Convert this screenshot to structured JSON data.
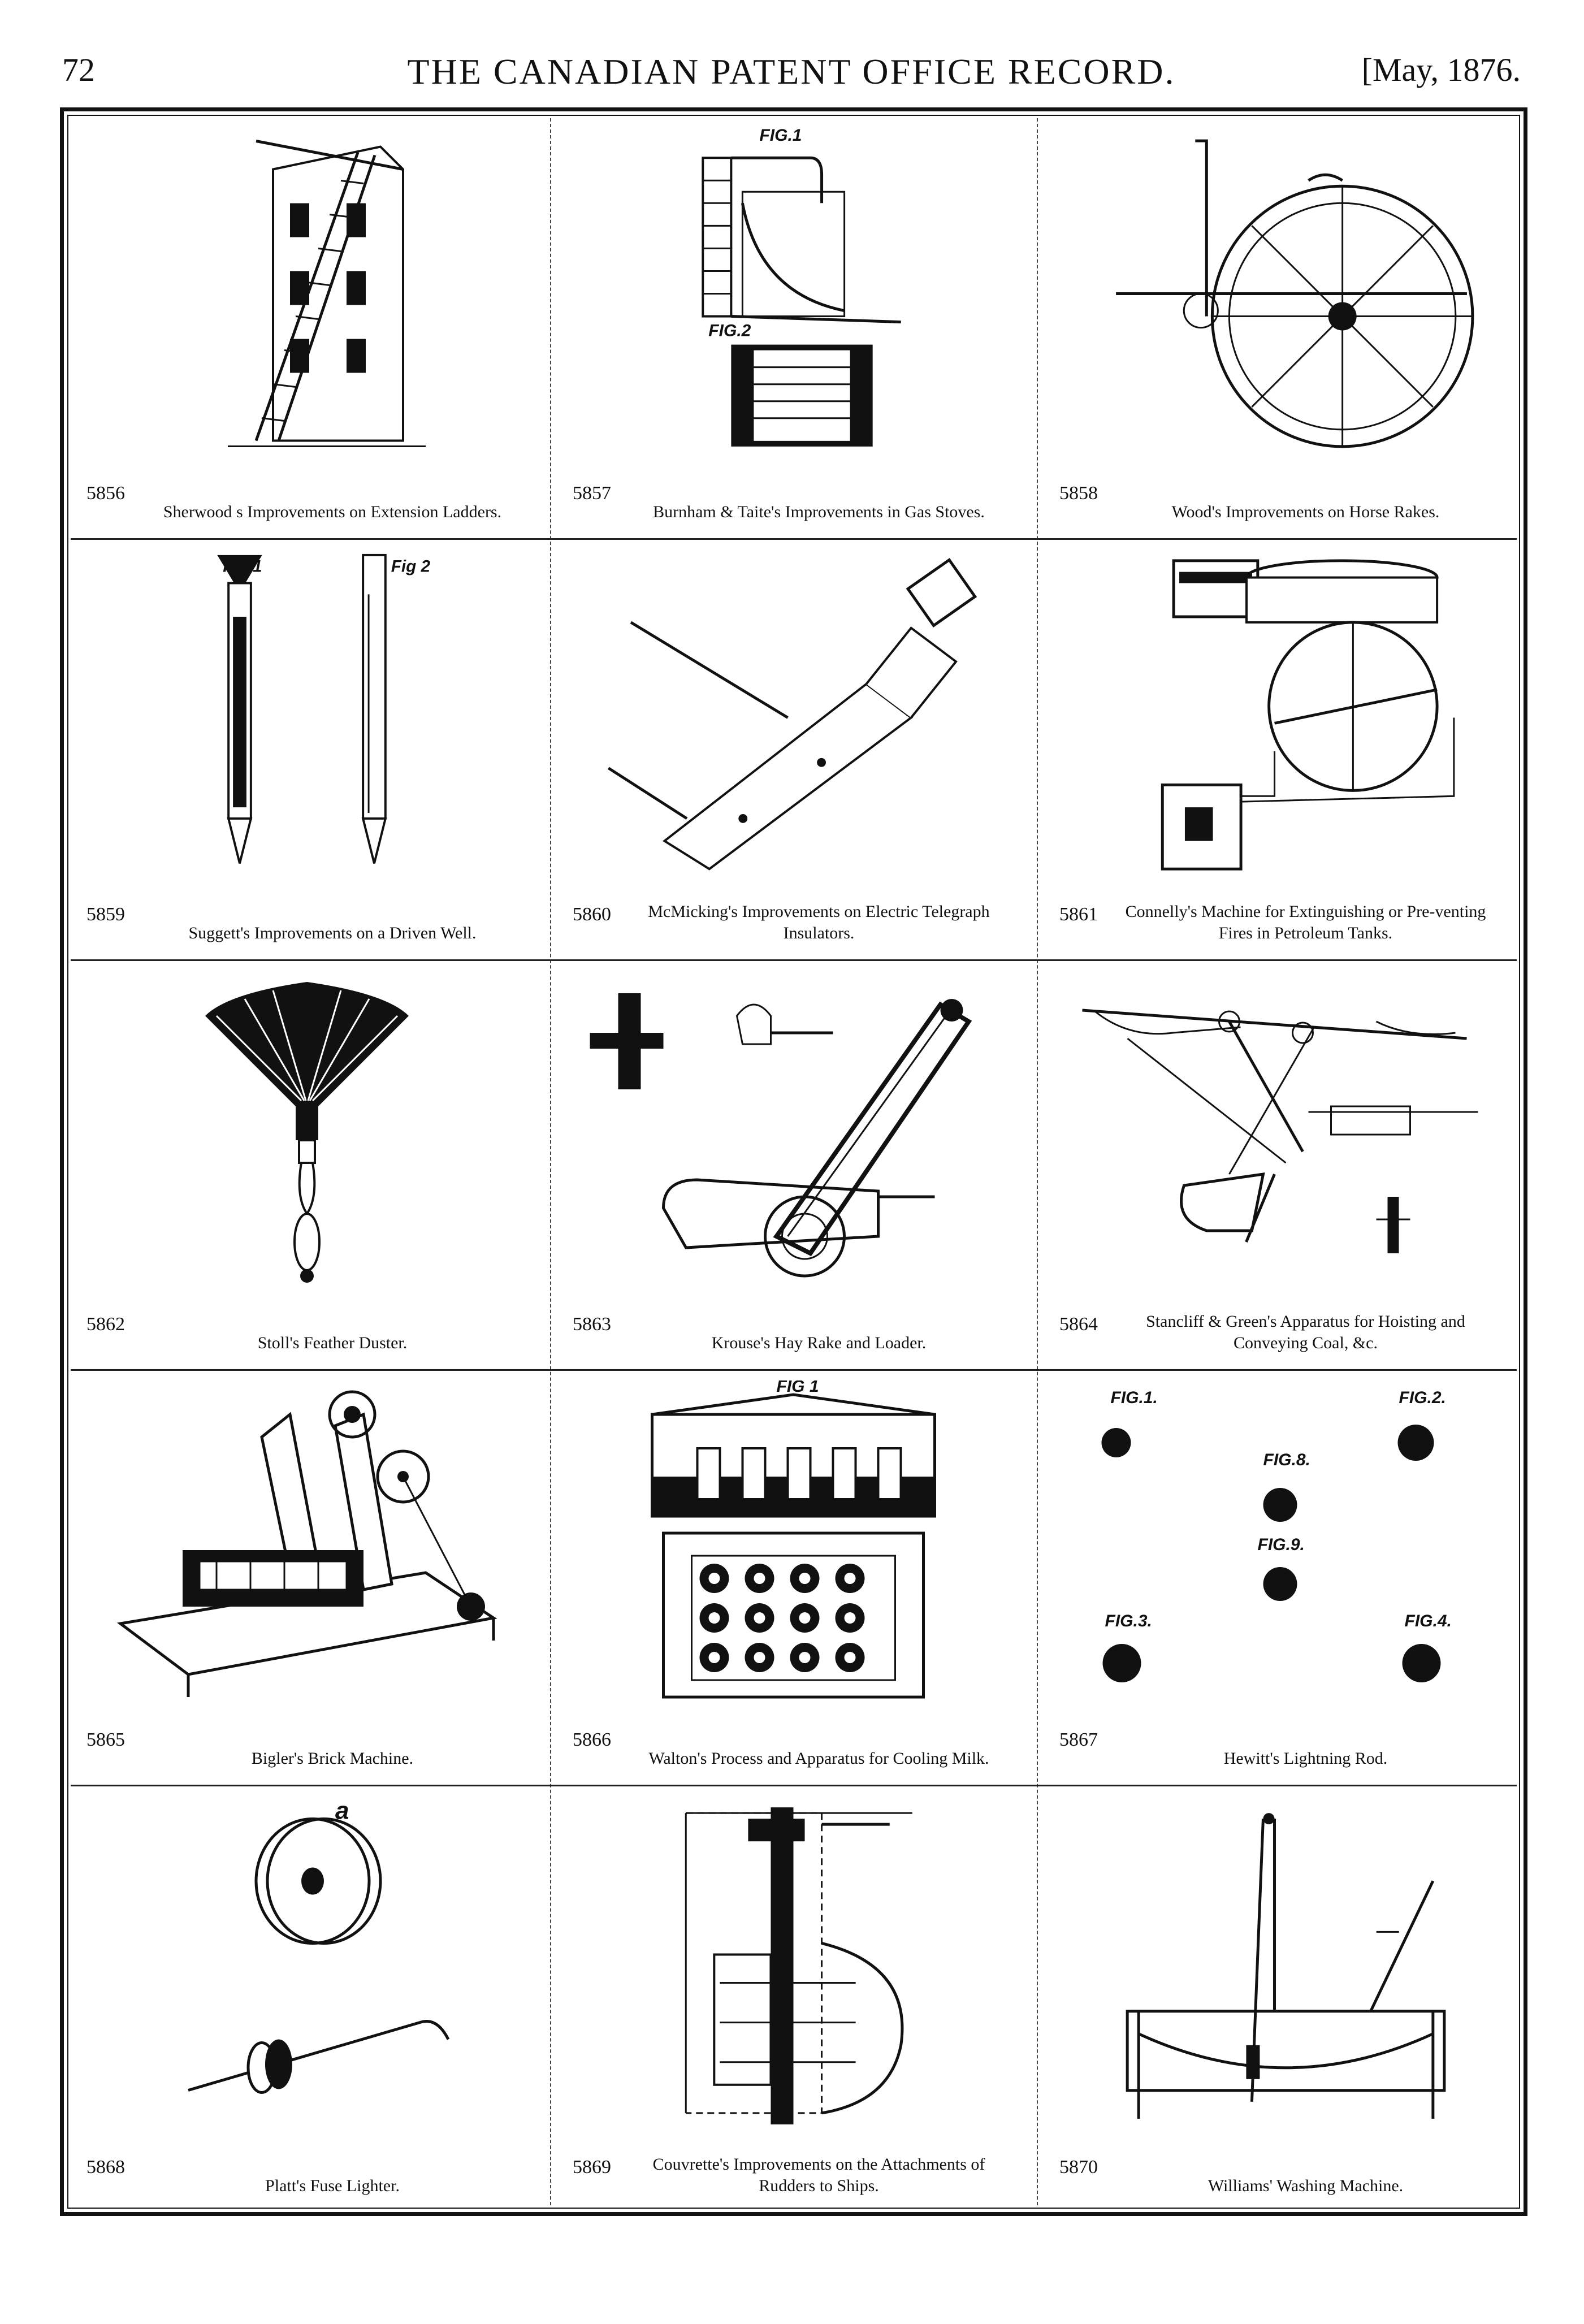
{
  "header": {
    "page_number": "72",
    "running_title": "THE CANADIAN PATENT OFFICE RECORD.",
    "date": "[May, 1876."
  },
  "plates": [
    {
      "number": "5856",
      "title": "Sherwood s Improvements on Extension Ladders.",
      "icon": "ladder-icon"
    },
    {
      "number": "5857",
      "title": "Burnham & Taite's Improvements in Gas Stoves.",
      "icon": "gas-stove-icon",
      "labels": [
        "FIG.1",
        "FIG.2"
      ]
    },
    {
      "number": "5858",
      "title": "Wood's Improvements on Horse Rakes.",
      "icon": "horse-rake-icon"
    },
    {
      "number": "5859",
      "title": "Suggett's Improvements on a Driven Well.",
      "icon": "driven-well-icon",
      "labels": [
        "Fig 1",
        "Fig 2"
      ]
    },
    {
      "number": "5860",
      "title": "McMicking's Improvements on Electric Telegraph Insulators.",
      "icon": "telegraph-insulator-icon"
    },
    {
      "number": "5861",
      "title": "Connelly's Machine for Extinguishing or Pre-venting Fires in Petroleum Tanks.",
      "icon": "petroleum-tank-icon"
    },
    {
      "number": "5862",
      "title": "Stoll's Feather Duster.",
      "icon": "feather-duster-icon"
    },
    {
      "number": "5863",
      "title": "Krouse's Hay Rake and Loader.",
      "icon": "hay-loader-icon"
    },
    {
      "number": "5864",
      "title": "Stancliff & Green's Apparatus for Hoisting and Conveying Coal, &c.",
      "icon": "coal-hoist-icon"
    },
    {
      "number": "5865",
      "title": "Bigler's Brick Machine.",
      "icon": "brick-machine-icon"
    },
    {
      "number": "5866",
      "title": "Walton's Process and Apparatus for Cooling Milk.",
      "icon": "milk-cooler-icon",
      "labels": [
        "FIG 1"
      ]
    },
    {
      "number": "5867",
      "title": "Hewitt's Lightning Rod.",
      "icon": "lightning-rod-icon",
      "labels": [
        "FIG.1.",
        "FIG.2.",
        "FIG.8.",
        "FIG.9.",
        "FIG.3.",
        "FIG.4."
      ]
    },
    {
      "number": "5868",
      "title": "Platt's Fuse Lighter.",
      "icon": "fuse-lighter-icon",
      "labels": [
        "a"
      ]
    },
    {
      "number": "5869",
      "title": "Couvrette's Improvements on the Attachments of Rudders to Ships.",
      "icon": "rudder-icon"
    },
    {
      "number": "5870",
      "title": "Williams' Washing Machine.",
      "icon": "washing-machine-icon"
    }
  ]
}
